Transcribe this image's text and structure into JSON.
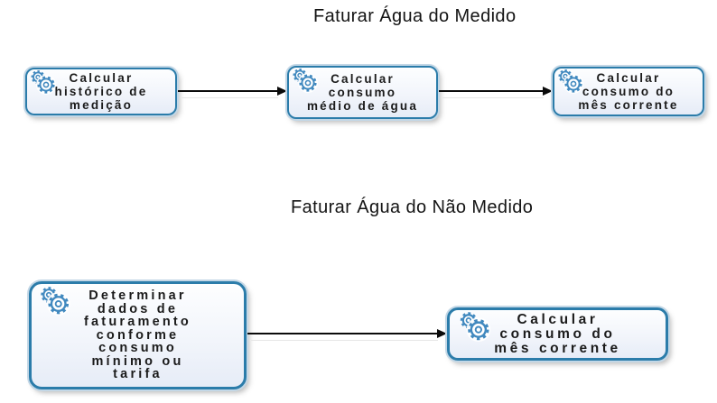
{
  "diagram": {
    "type": "bpmn-process-flow",
    "colors": {
      "task_border": "#2b7caa",
      "task_halo": "#c3d7e6",
      "task_fill_top": "#fdfeff",
      "task_fill_bottom": "#e6ecf7",
      "gear_icon": "#4189bf",
      "arrow": "#0b0b0b",
      "title_text": "#141414",
      "label_text": "#1b1b1b",
      "background": "#ffffff"
    },
    "sections": [
      {
        "title": "Faturar Água do Medido",
        "tasks": [
          {
            "icon": "gear-icon",
            "label": "Calcular\nhistórico de\nmedição"
          },
          {
            "icon": "gear-icon",
            "label": "Calcular\nconsumo\nmédio de água"
          },
          {
            "icon": "gear-icon",
            "label": "Calcular\nconsumo do\nmês corrente"
          }
        ],
        "connectors": [
          {
            "from": 0,
            "to": 1,
            "style": "solid-arrow"
          },
          {
            "from": 1,
            "to": 2,
            "style": "solid-arrow"
          }
        ]
      },
      {
        "title": "Faturar Água do Não Medido",
        "tasks": [
          {
            "icon": "gear-icon",
            "label": "Determinar\ndados de\nfaturamento\nconforme\nconsumo\nmínimo ou\ntarifa"
          },
          {
            "icon": "gear-icon",
            "label": "Calcular\nconsumo do\nmês corrente"
          }
        ],
        "connectors": [
          {
            "from": 0,
            "to": 1,
            "style": "solid-arrow"
          }
        ]
      }
    ]
  }
}
